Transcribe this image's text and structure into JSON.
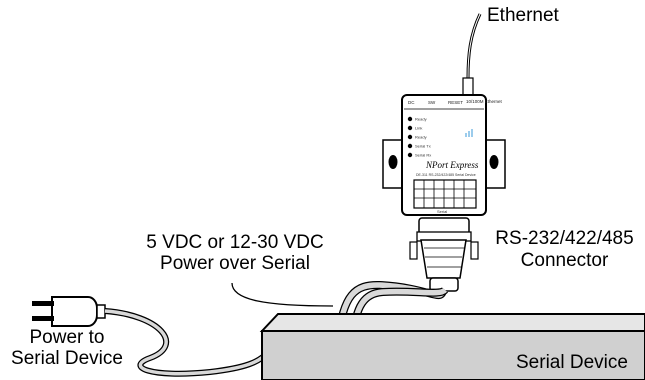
{
  "labels": {
    "ethernet": "Ethernet",
    "connector_line1": "RS-232/422/485",
    "connector_line2": "Connector",
    "power_line1": "5 VDC or 12-30 VDC",
    "power_line2": "Power over Serial",
    "plug_line1": "Power to",
    "plug_line2": "Serial Device",
    "serial_device": "Serial Device"
  },
  "device": {
    "brand_logo": "NPort",
    "model": "Express",
    "subtitle": "DE-311 RS-232/422/485 Serial Device",
    "leds": [
      "Ready",
      "Link",
      "Ready",
      "Serial Tx",
      "Serial Rx"
    ],
    "top_labels": [
      "DC",
      "SW",
      "RESET",
      "10/100M Ethernet"
    ],
    "port_label": "Serial"
  },
  "colors": {
    "line": "#000000",
    "device_fill": "#ffffff",
    "box_fill": "#d0d0d0",
    "cable_fill": "#d9d9d9"
  }
}
